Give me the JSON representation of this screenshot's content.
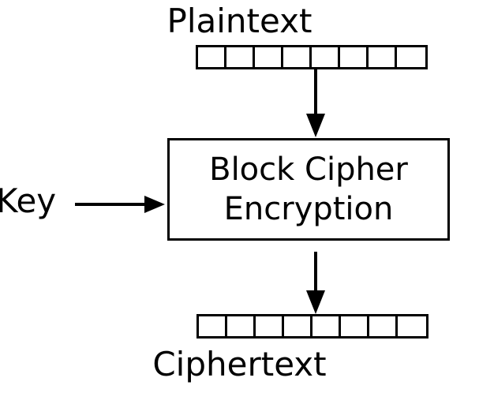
{
  "diagram": {
    "title": "Block Cipher Encryption",
    "type": "flow-diagram",
    "background_color": "#ffffff",
    "stroke_color": "#000000",
    "nodes": {
      "plaintext": {
        "label": "Plaintext",
        "block_cells": 8
      },
      "cipher": {
        "line1": "Block Cipher",
        "line2": "Encryption"
      },
      "key": {
        "label": "Key"
      },
      "ciphertext": {
        "label": "Ciphertext",
        "block_cells": 8
      }
    },
    "edges": [
      {
        "name": "plaintext-to-cipher",
        "from": "plaintext",
        "to": "cipher",
        "direction": "down"
      },
      {
        "name": "key-to-cipher",
        "from": "key",
        "to": "cipher",
        "direction": "right"
      },
      {
        "name": "cipher-to-ciphertext",
        "from": "cipher",
        "to": "ciphertext",
        "direction": "down"
      }
    ]
  }
}
